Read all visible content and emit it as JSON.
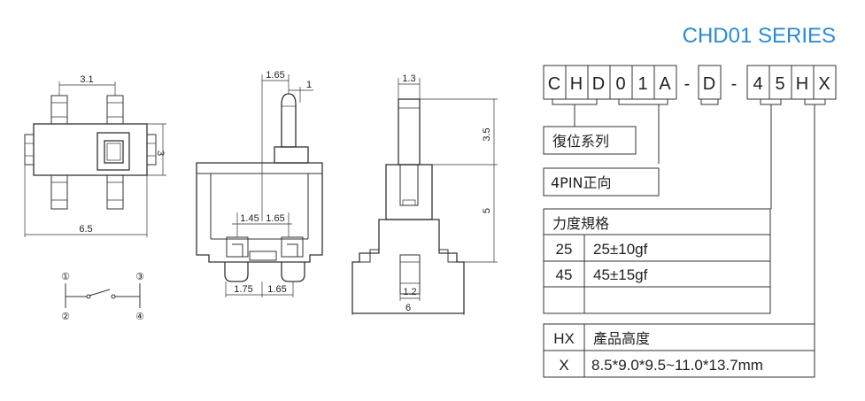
{
  "series_title": "CHD01  SERIES",
  "part_code": {
    "chars": [
      "C",
      "H",
      "D",
      "0",
      "1",
      "A",
      "D",
      "4",
      "5",
      "H",
      "X"
    ],
    "dashes": [
      "-",
      "-"
    ]
  },
  "spec_table": {
    "type_label": "復位系列",
    "pin_label": "4PIN正向",
    "force_header": "力度規格",
    "force_rows": [
      {
        "code": "25",
        "value": "25±10gf"
      },
      {
        "code": "45",
        "value": "45±15gf"
      }
    ],
    "height_header_code": "HX",
    "height_header_label": "產品高度",
    "height_row_code": "X",
    "height_row_value": "8.5*9.0*9.5~11.0*13.7mm"
  },
  "top_view": {
    "dim_width_top": "3.1",
    "dim_height": "3",
    "dim_width_bottom": "6.5"
  },
  "side_view": {
    "dim_top_a": "1.65",
    "dim_top_b": "1",
    "dim_mid_a": "1.45",
    "dim_mid_b": "1.65",
    "dim_bot_a": "1.75",
    "dim_bot_b": "1.65"
  },
  "front_view": {
    "dim_top": "1.3",
    "dim_right_a": "3.5",
    "dim_right_b": "5",
    "dim_bottom_inner": "1.2",
    "dim_bottom": "6"
  },
  "schematic": {
    "pins": [
      "①",
      "③",
      "②",
      "④"
    ]
  }
}
